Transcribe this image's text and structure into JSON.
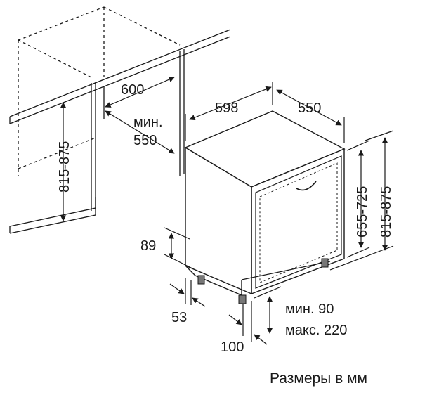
{
  "labels": {
    "cabinet_width": "600",
    "niche_depth_prefix": "мин.",
    "niche_depth": "550",
    "niche_height": "815-875",
    "appliance_width": "598",
    "appliance_depth": "550",
    "door_height": "655-725",
    "appliance_height": "815-875",
    "plinth_height": "89",
    "plinth_offset": "53",
    "foot_offset": "100",
    "plinth_gap_min": "мин. 90",
    "plinth_gap_max": "макс. 220"
  },
  "caption": "Размеры в мм"
}
